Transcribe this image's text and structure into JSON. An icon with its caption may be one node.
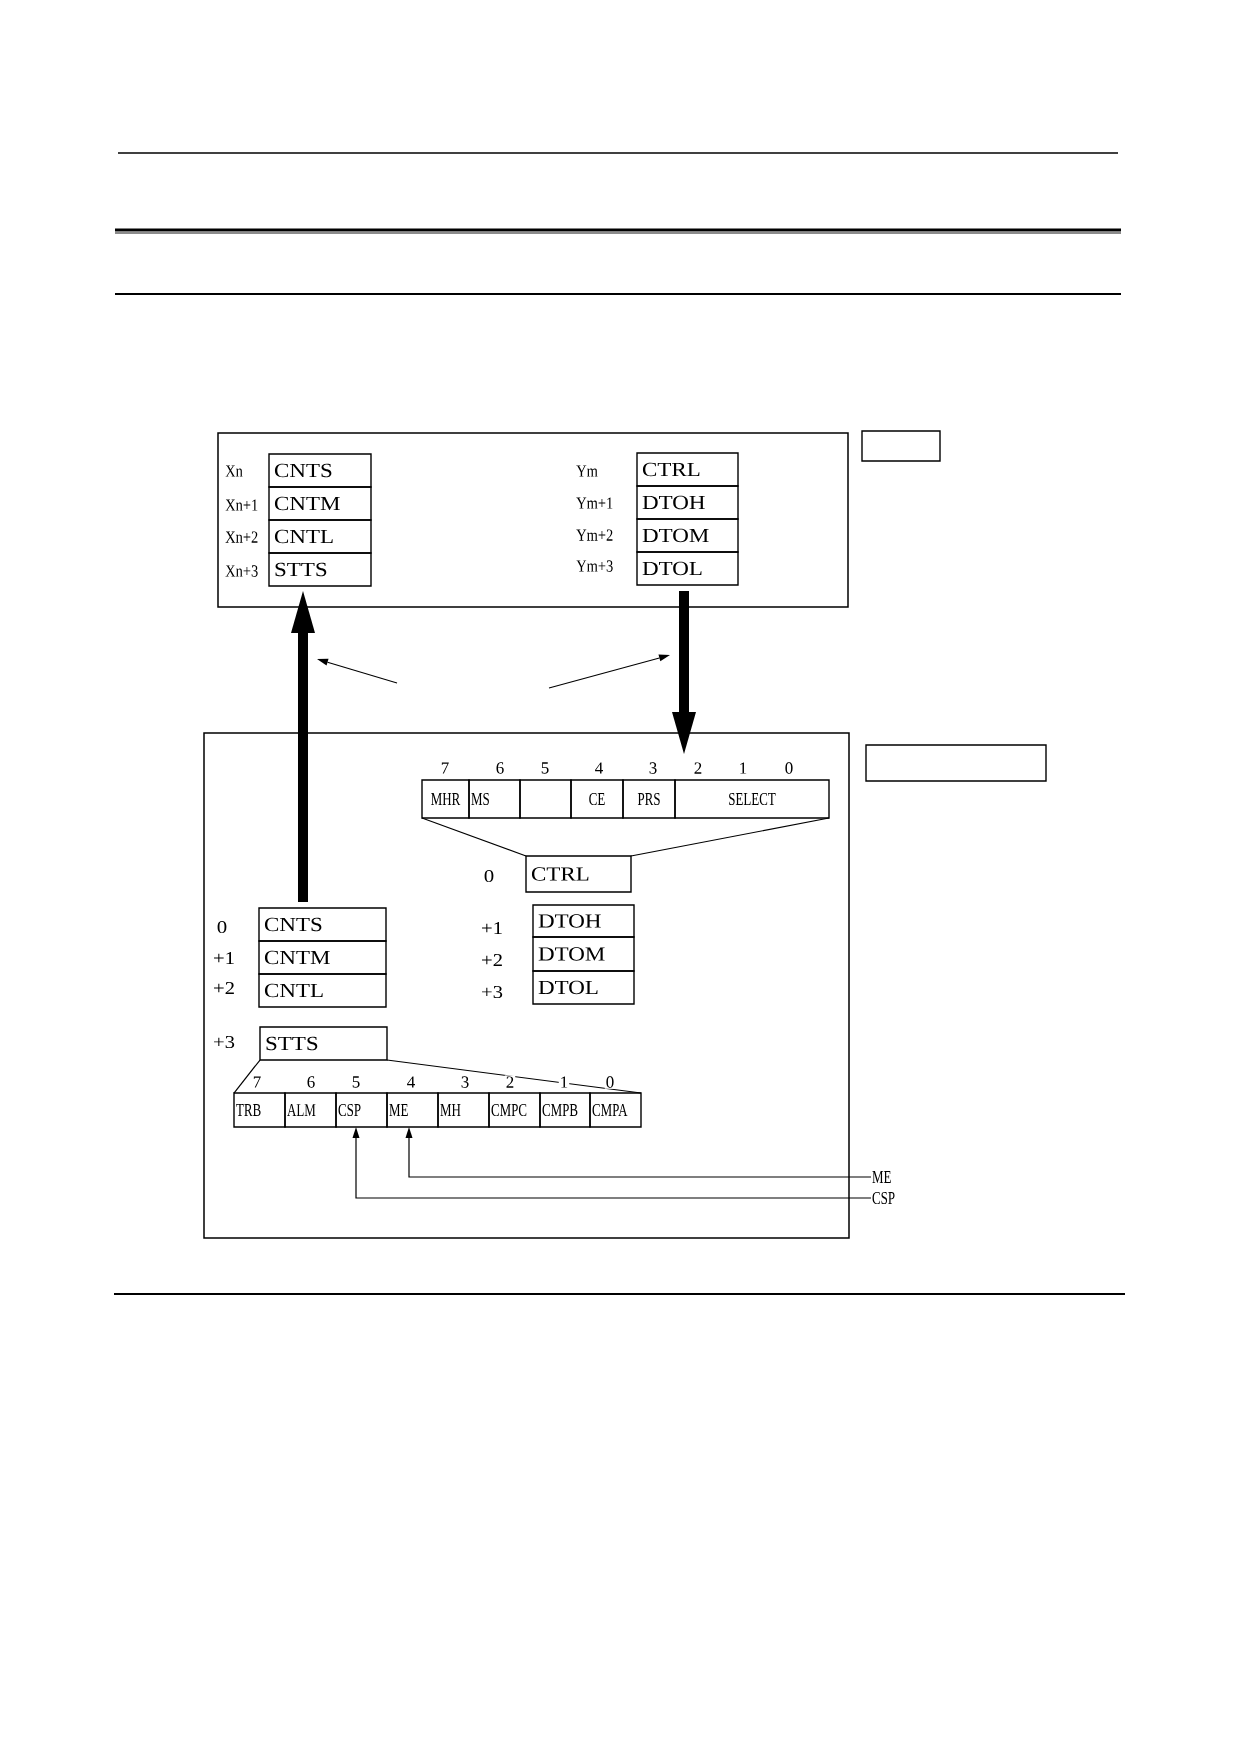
{
  "diagram": {
    "nodes": [
      {
        "text": [],
        "shape": "box"
      },
      {
        "text": [
          "CNTS"
        ],
        "in": 0,
        "beside": [
          "Xn"
        ]
      },
      {
        "text": [
          "CNTM"
        ],
        "in": 0,
        "beside": [
          "Xn+1"
        ]
      },
      {
        "text": [
          "CNTL"
        ],
        "in": 0,
        "beside": [
          "Xn+2"
        ]
      },
      {
        "text": [
          "STTS"
        ],
        "in": 0,
        "beside": [
          "Xn+3"
        ]
      },
      {
        "text": [
          "CTRL"
        ],
        "in": 0,
        "beside": [
          "Ym"
        ]
      },
      {
        "text": [
          "DTOH"
        ],
        "in": 0,
        "beside": [
          "Ym+1"
        ]
      },
      {
        "text": [
          "DTOM"
        ],
        "in": 0,
        "beside": [
          "Ym+2"
        ]
      },
      {
        "text": [
          "DTOL"
        ],
        "in": 0,
        "beside": [
          "Ym+3"
        ]
      },
      {
        "text": [],
        "shape": "box"
      },
      {
        "text": [],
        "shape": "box"
      },
      {
        "text": [],
        "shape": "box"
      },
      {
        "text": [
          "MHR"
        ],
        "in": 10
      },
      {
        "text": [
          "MS"
        ],
        "in": 10
      },
      {
        "text": [],
        "shape": "box",
        "in": 10
      },
      {
        "text": [
          "CE"
        ],
        "in": 10
      },
      {
        "text": [
          "PRS"
        ],
        "in": 10
      },
      {
        "text": [
          "SELECT"
        ],
        "in": 10
      },
      {
        "text": [
          "CTRL"
        ],
        "in": 10,
        "beside": [
          "0"
        ]
      },
      {
        "text": [
          "CNTS"
        ],
        "in": 10,
        "beside": [
          "0"
        ]
      },
      {
        "text": [
          "CNTM"
        ],
        "in": 10,
        "beside": [
          "+1"
        ]
      },
      {
        "text": [
          "CNTL"
        ],
        "in": 10,
        "beside": [
          "+2"
        ]
      },
      {
        "text": [
          "DTOH"
        ],
        "in": 10,
        "beside": [
          "+1"
        ]
      },
      {
        "text": [
          "DTOM"
        ],
        "in": 10,
        "beside": [
          "+2"
        ]
      },
      {
        "text": [
          "DTOL"
        ],
        "in": 10,
        "beside": [
          "+3"
        ]
      },
      {
        "text": [
          "STTS"
        ],
        "in": 10,
        "beside": [
          "+3"
        ]
      },
      {
        "text": [
          "TRB"
        ],
        "in": 10
      },
      {
        "text": [
          "ALM"
        ],
        "in": 10
      },
      {
        "text": [
          "CSP"
        ],
        "in": 10
      },
      {
        "text": [
          "ME"
        ],
        "in": 10
      },
      {
        "text": [
          "MH"
        ],
        "in": 10
      },
      {
        "text": [
          "CMPC"
        ],
        "in": 10
      },
      {
        "text": [
          "CMPB"
        ],
        "in": 10
      },
      {
        "text": [
          "CMPA"
        ],
        "in": 10
      },
      {
        "text": [
          "ME"
        ]
      },
      {
        "text": [
          "CSP"
        ]
      }
    ],
    "edges": [
      {
        "from": 19,
        "to": 4,
        "arrow": "to",
        "style": "thick"
      },
      {
        "from": 8,
        "to": 10,
        "arrow": "to",
        "style": "thick"
      },
      {
        "from": 18,
        "to": 12,
        "arrow": "none"
      },
      {
        "from": 18,
        "to": 17,
        "arrow": "none"
      },
      {
        "from": 25,
        "to": 26,
        "arrow": "none"
      },
      {
        "from": 25,
        "to": 33,
        "arrow": "none"
      },
      {
        "from": 34,
        "to": 29,
        "arrow": "to"
      },
      {
        "from": 35,
        "to": 28,
        "arrow": "to"
      }
    ],
    "labels": [
      "7",
      "6",
      "5",
      "4",
      "3",
      "2",
      "1",
      "0",
      "7",
      "6",
      "5",
      "4",
      "3",
      "2",
      "1",
      "0"
    ]
  }
}
